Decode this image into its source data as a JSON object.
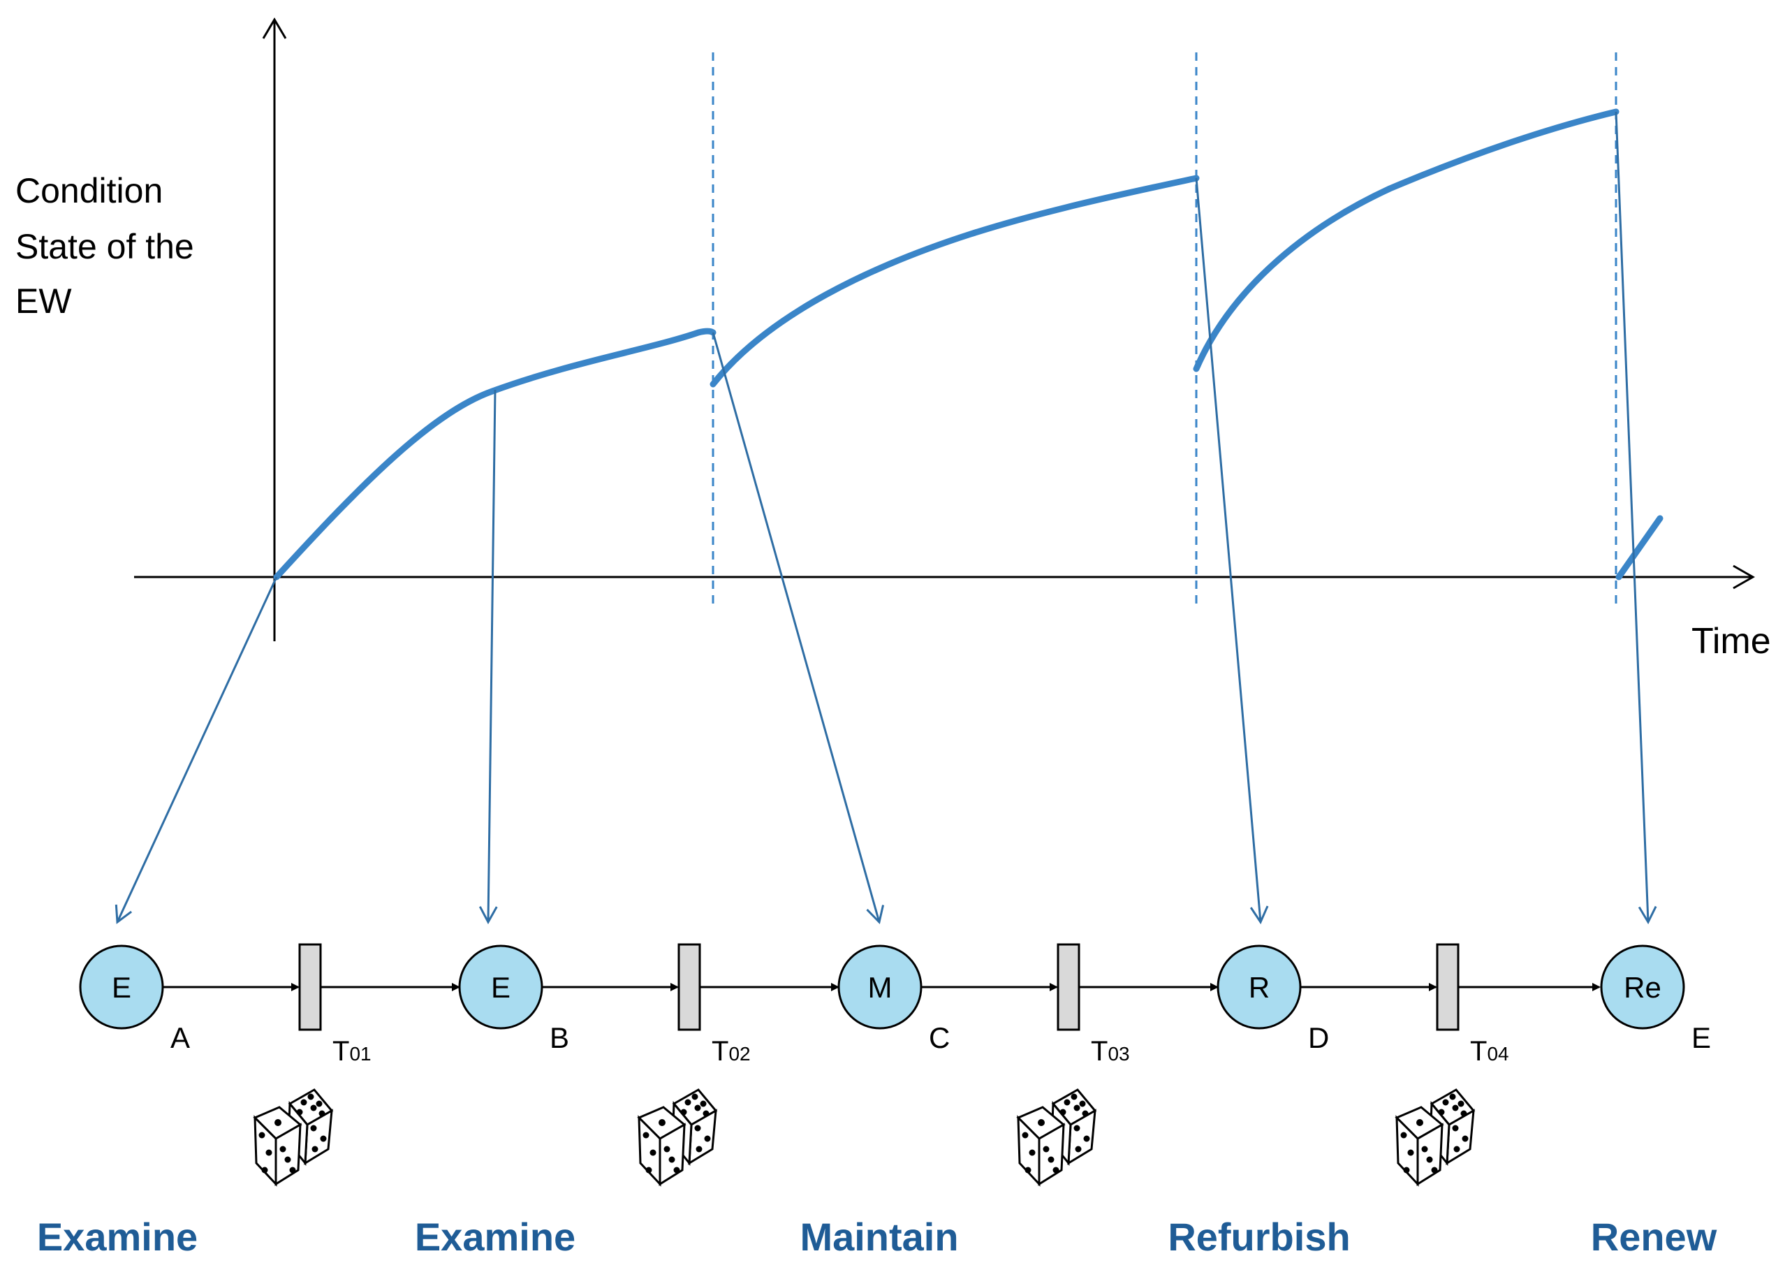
{
  "y_axis_label": [
    "Condition",
    "State of the",
    "EW"
  ],
  "x_axis_label": "Time",
  "places": [
    {
      "letter": "E",
      "id": "A",
      "action": "Examine"
    },
    {
      "letter": "E",
      "id": "B",
      "action": "Examine"
    },
    {
      "letter": "M",
      "id": "C",
      "action": "Maintain"
    },
    {
      "letter": "R",
      "id": "D",
      "action": "Refurbish"
    },
    {
      "letter": "Re",
      "id": "E",
      "action": "Renew"
    }
  ],
  "transitions": [
    {
      "main": "T",
      "sub": "01"
    },
    {
      "main": "T",
      "sub": "02"
    },
    {
      "main": "T",
      "sub": "03"
    },
    {
      "main": "T",
      "sub": "04"
    }
  ],
  "colors": {
    "curve": "#3a85c8",
    "connector": "#2e6da4",
    "place_fill": "#a9dcf0",
    "transition_fill": "#d9d9d9",
    "action_text": "#1f5c96"
  },
  "icons": {
    "transition_random": "dice-icon"
  }
}
